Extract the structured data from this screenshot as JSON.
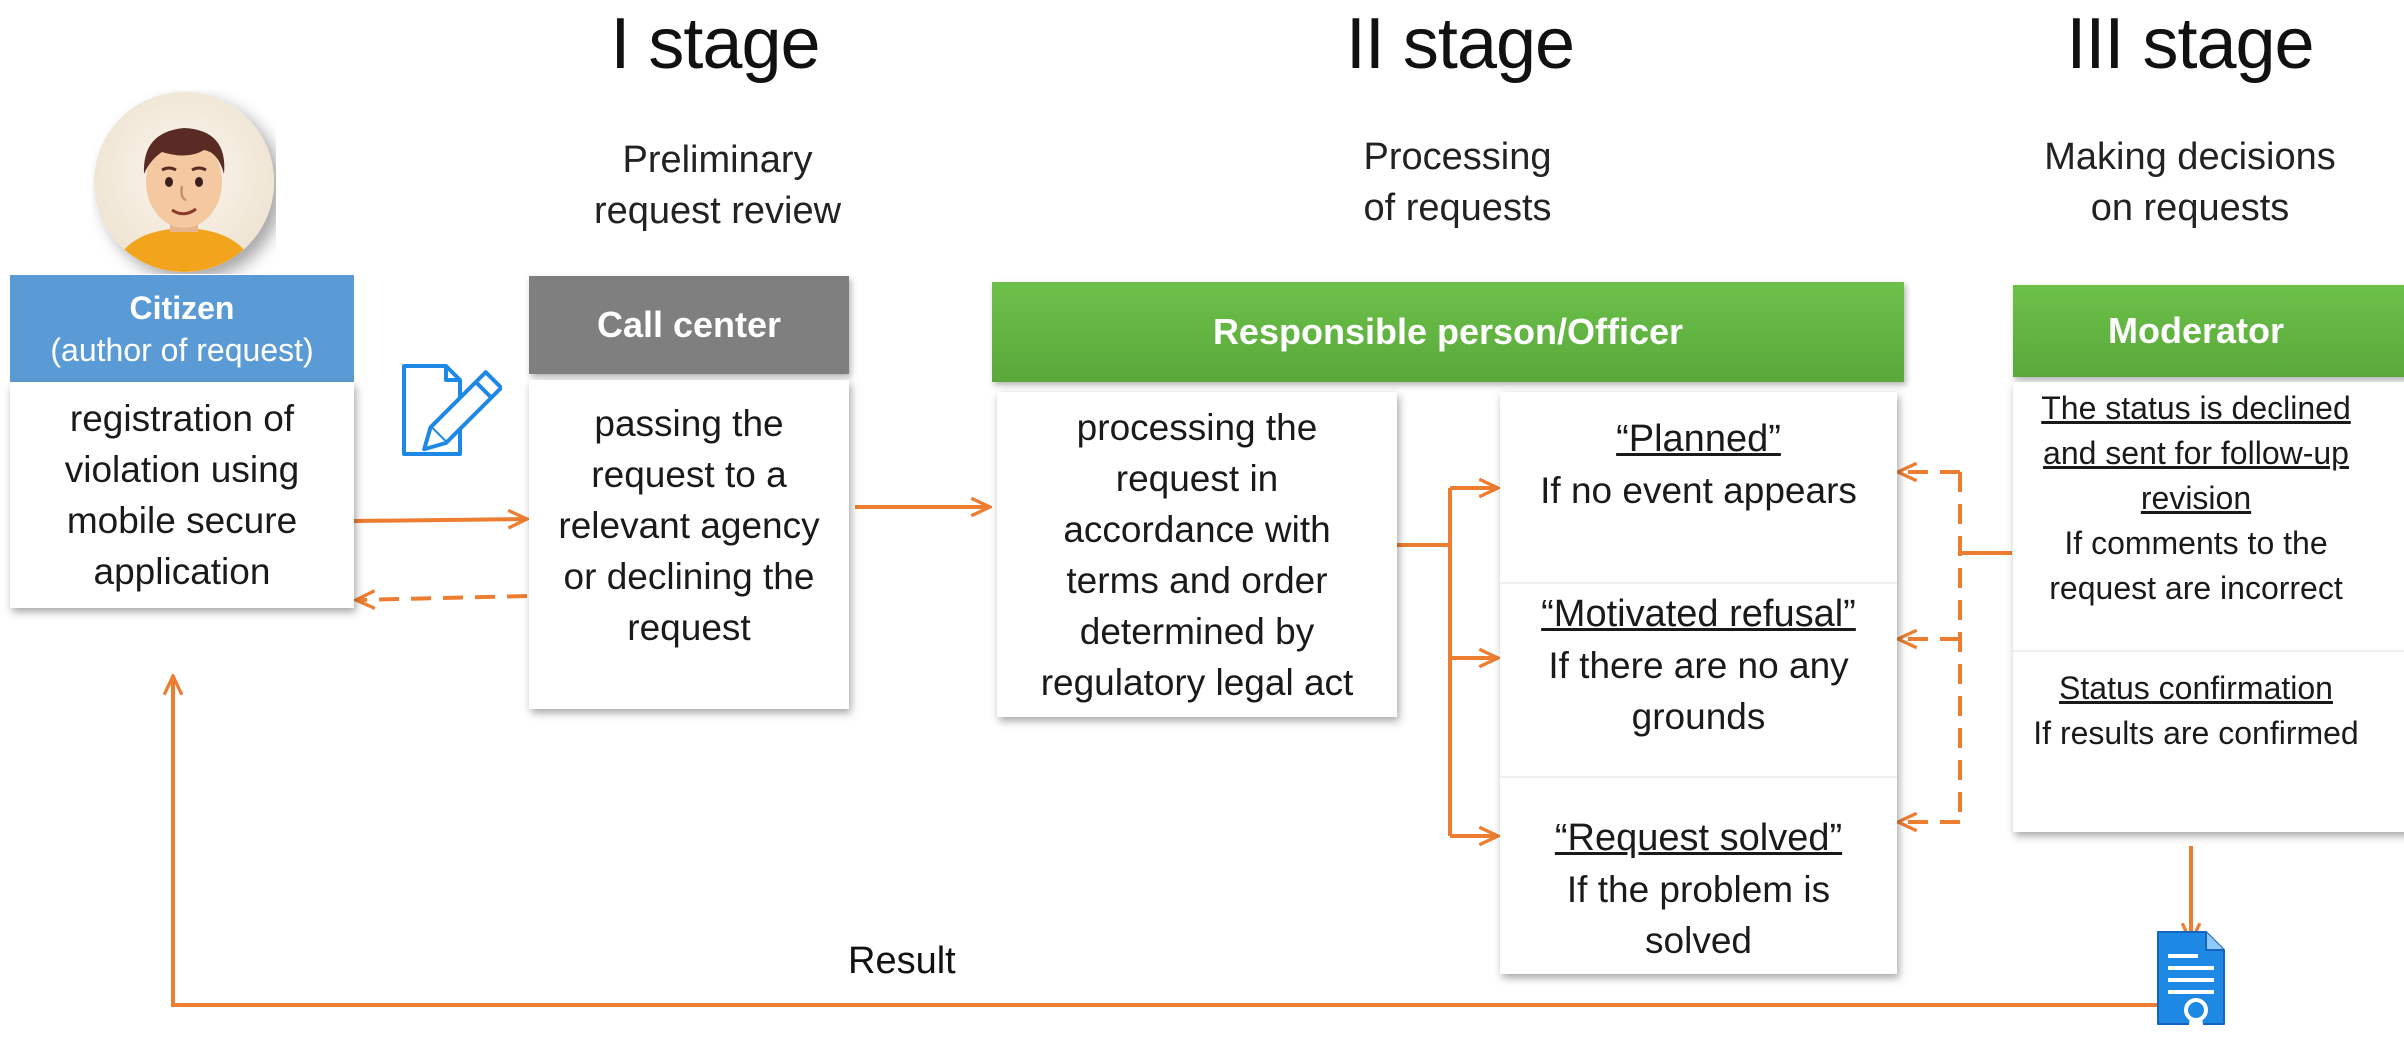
{
  "stages": [
    {
      "title": "I stage",
      "subtitle": "Preliminary\nrequest review"
    },
    {
      "title": "II stage",
      "subtitle": "Processing\nof requests"
    },
    {
      "title": "III stage",
      "subtitle": "Making decisions\non requests"
    }
  ],
  "citizen": {
    "title": "Citizen",
    "subtitle": "(author of request)",
    "text": "registration of\nviolation using\nmobile secure\napplication"
  },
  "call_center": {
    "title": "Call center",
    "text": "passing the\nrequest to a\nrelevant agency\nor declining the\nrequest"
  },
  "officer": {
    "title": "Responsible person/Officer",
    "text": "processing the\nrequest in\naccordance with\nterms and order\ndetermined by\nregulatory legal act"
  },
  "outcomes": [
    {
      "title": "“Planned”",
      "text": "If no event appears"
    },
    {
      "title": "“Motivated refusal”",
      "text": "If there are no any\ngrounds"
    },
    {
      "title": "“Request solved”",
      "text": "If the problem is\nsolved"
    }
  ],
  "moderator": {
    "title": "Moderator",
    "decline_title": "The status is declined\nand sent for follow-up\nrevision",
    "decline_text": "If comments to the\nrequest are incorrect",
    "confirm_title": "Status confirmation",
    "confirm_text": "If results are confirmed"
  },
  "result_label": "Result",
  "colors": {
    "arrow": "#ed7d31",
    "header_grey": "#7f7f7f",
    "header_green": "#5fb040",
    "header_blue": "#5b9bd5",
    "icon_blue": "#1e88e5"
  },
  "icons": [
    "avatar-citizen",
    "edit-document-icon",
    "certificate-document-icon"
  ]
}
